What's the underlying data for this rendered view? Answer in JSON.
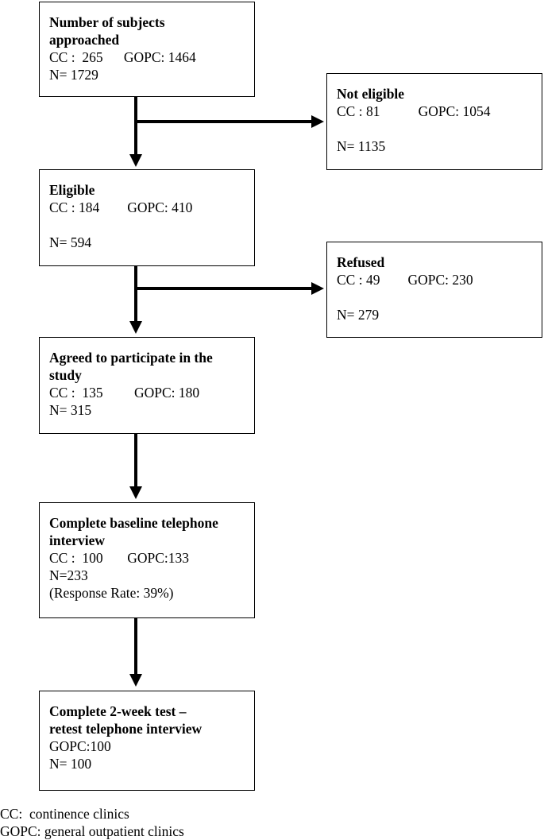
{
  "boxes": {
    "approached": {
      "title_lines": [
        "Number of subjects",
        "approached"
      ],
      "line1": "CC :  265      GOPC: 1464",
      "line2": "N= 1729"
    },
    "not_eligible": {
      "title": "Not eligible",
      "line1": "CC : 81           GOPC: 1054",
      "line2": "N= 1135"
    },
    "eligible": {
      "title": "Eligible",
      "line1": "CC : 184        GOPC: 410",
      "line2": "N= 594"
    },
    "refused": {
      "title": "Refused",
      "line1": "CC : 49        GOPC: 230",
      "line2": "N= 279"
    },
    "agreed": {
      "title_lines": [
        "Agreed to participate in the",
        "study"
      ],
      "line1": "CC :  135         GOPC: 180",
      "line2": "N= 315"
    },
    "baseline": {
      "title_lines": [
        "Complete baseline telephone",
        "interview"
      ],
      "line1": "CC :  100       GOPC:133",
      "line2": "N=233",
      "line3": "(Response Rate: 39%)"
    },
    "retest": {
      "title_lines": [
        "Complete 2-week test –",
        "retest telephone interview"
      ],
      "line1": "GOPC:100",
      "line2": "N= 100"
    }
  },
  "legend": {
    "cc": "CC:  continence clinics",
    "gopc": "GOPC: general outpatient clinics"
  }
}
